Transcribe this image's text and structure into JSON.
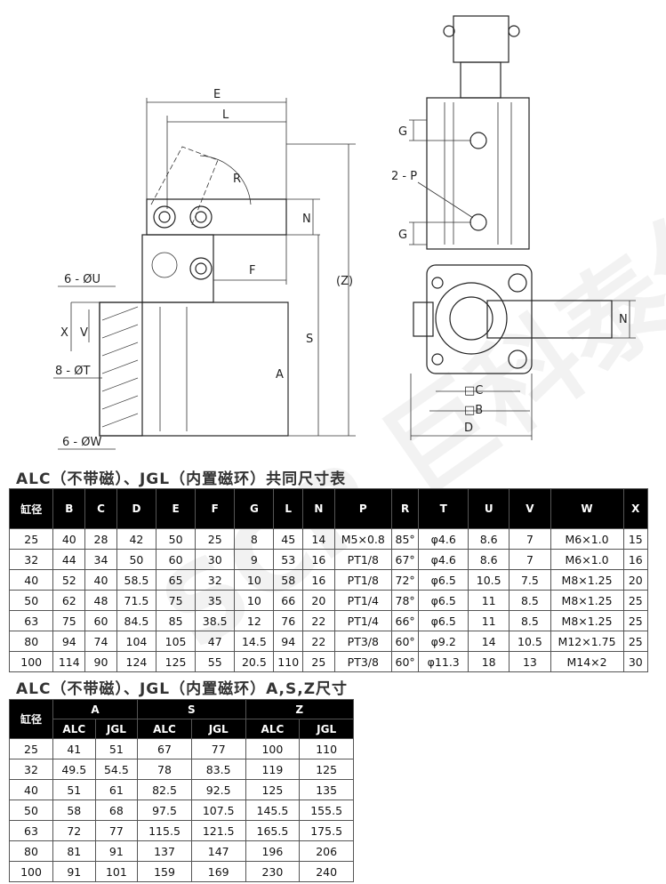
{
  "drawing_labels": {
    "E": "E",
    "L": "L",
    "R": "R",
    "N": "N",
    "F": "F",
    "Z": "(Z)",
    "S": "S",
    "A": "A",
    "U": "6 - ØU",
    "T": "8 - ØT",
    "W": "6 - ØW",
    "X": "X",
    "V": "V",
    "G_top": "G",
    "G_bottom": "G",
    "P": "2 - P",
    "N_right": "N",
    "C": "□C",
    "B": "□B",
    "D": "D"
  },
  "section1_title": "ALC（不带磁）、JGL（内置磁环）共同尺寸表",
  "table1": {
    "headers": [
      "缸径",
      "B",
      "C",
      "D",
      "E",
      "F",
      "G",
      "L",
      "N",
      "P",
      "R",
      "T",
      "U",
      "V",
      "W",
      "X"
    ],
    "rows": [
      [
        "25",
        "40",
        "28",
        "42",
        "50",
        "25",
        "8",
        "45",
        "14",
        "M5×0.8",
        "85°",
        "φ4.6",
        "8.6",
        "7",
        "M6×1.0",
        "15"
      ],
      [
        "32",
        "44",
        "34",
        "50",
        "60",
        "30",
        "9",
        "53",
        "16",
        "PT1/8",
        "67°",
        "φ4.6",
        "8.6",
        "7",
        "M6×1.0",
        "16"
      ],
      [
        "40",
        "52",
        "40",
        "58.5",
        "65",
        "32",
        "10",
        "58",
        "16",
        "PT1/8",
        "72°",
        "φ6.5",
        "10.5",
        "7.5",
        "M8×1.25",
        "20"
      ],
      [
        "50",
        "62",
        "48",
        "71.5",
        "75",
        "35",
        "10",
        "66",
        "20",
        "PT1/4",
        "78°",
        "φ6.5",
        "11",
        "8.5",
        "M8×1.25",
        "25"
      ],
      [
        "63",
        "75",
        "60",
        "84.5",
        "85",
        "38.5",
        "12",
        "76",
        "22",
        "PT1/4",
        "66°",
        "φ6.5",
        "11",
        "8.5",
        "M8×1.25",
        "25"
      ],
      [
        "80",
        "94",
        "74",
        "104",
        "105",
        "47",
        "14.5",
        "94",
        "22",
        "PT3/8",
        "60°",
        "φ9.2",
        "14",
        "10.5",
        "M12×1.75",
        "25"
      ],
      [
        "100",
        "114",
        "90",
        "124",
        "125",
        "55",
        "20.5",
        "110",
        "25",
        "PT3/8",
        "60°",
        "φ11.3",
        "18",
        "13",
        "M14×2",
        "30"
      ]
    ]
  },
  "section2_title": "ALC（不带磁）、JGL（内置磁环）A,S,Z尺寸",
  "table2": {
    "bore_header": "缸径",
    "groups": [
      "A",
      "S",
      "Z"
    ],
    "sub_headers": [
      "ALC",
      "JGL",
      "ALC",
      "JGL",
      "ALC",
      "JGL"
    ],
    "rows": [
      [
        "25",
        "41",
        "51",
        "67",
        "77",
        "100",
        "110"
      ],
      [
        "32",
        "49.5",
        "54.5",
        "78",
        "83.5",
        "119",
        "125"
      ],
      [
        "40",
        "51",
        "61",
        "82.5",
        "92.5",
        "125",
        "135"
      ],
      [
        "50",
        "58",
        "68",
        "97.5",
        "107.5",
        "145.5",
        "155.5"
      ],
      [
        "63",
        "72",
        "77",
        "115.5",
        "121.5",
        "165.5",
        "175.5"
      ],
      [
        "80",
        "81",
        "91",
        "137",
        "147",
        "196",
        "206"
      ],
      [
        "100",
        "91",
        "101",
        "159",
        "169",
        "230",
        "240"
      ]
    ]
  },
  "watermark": "SCP 巨科泰尔"
}
